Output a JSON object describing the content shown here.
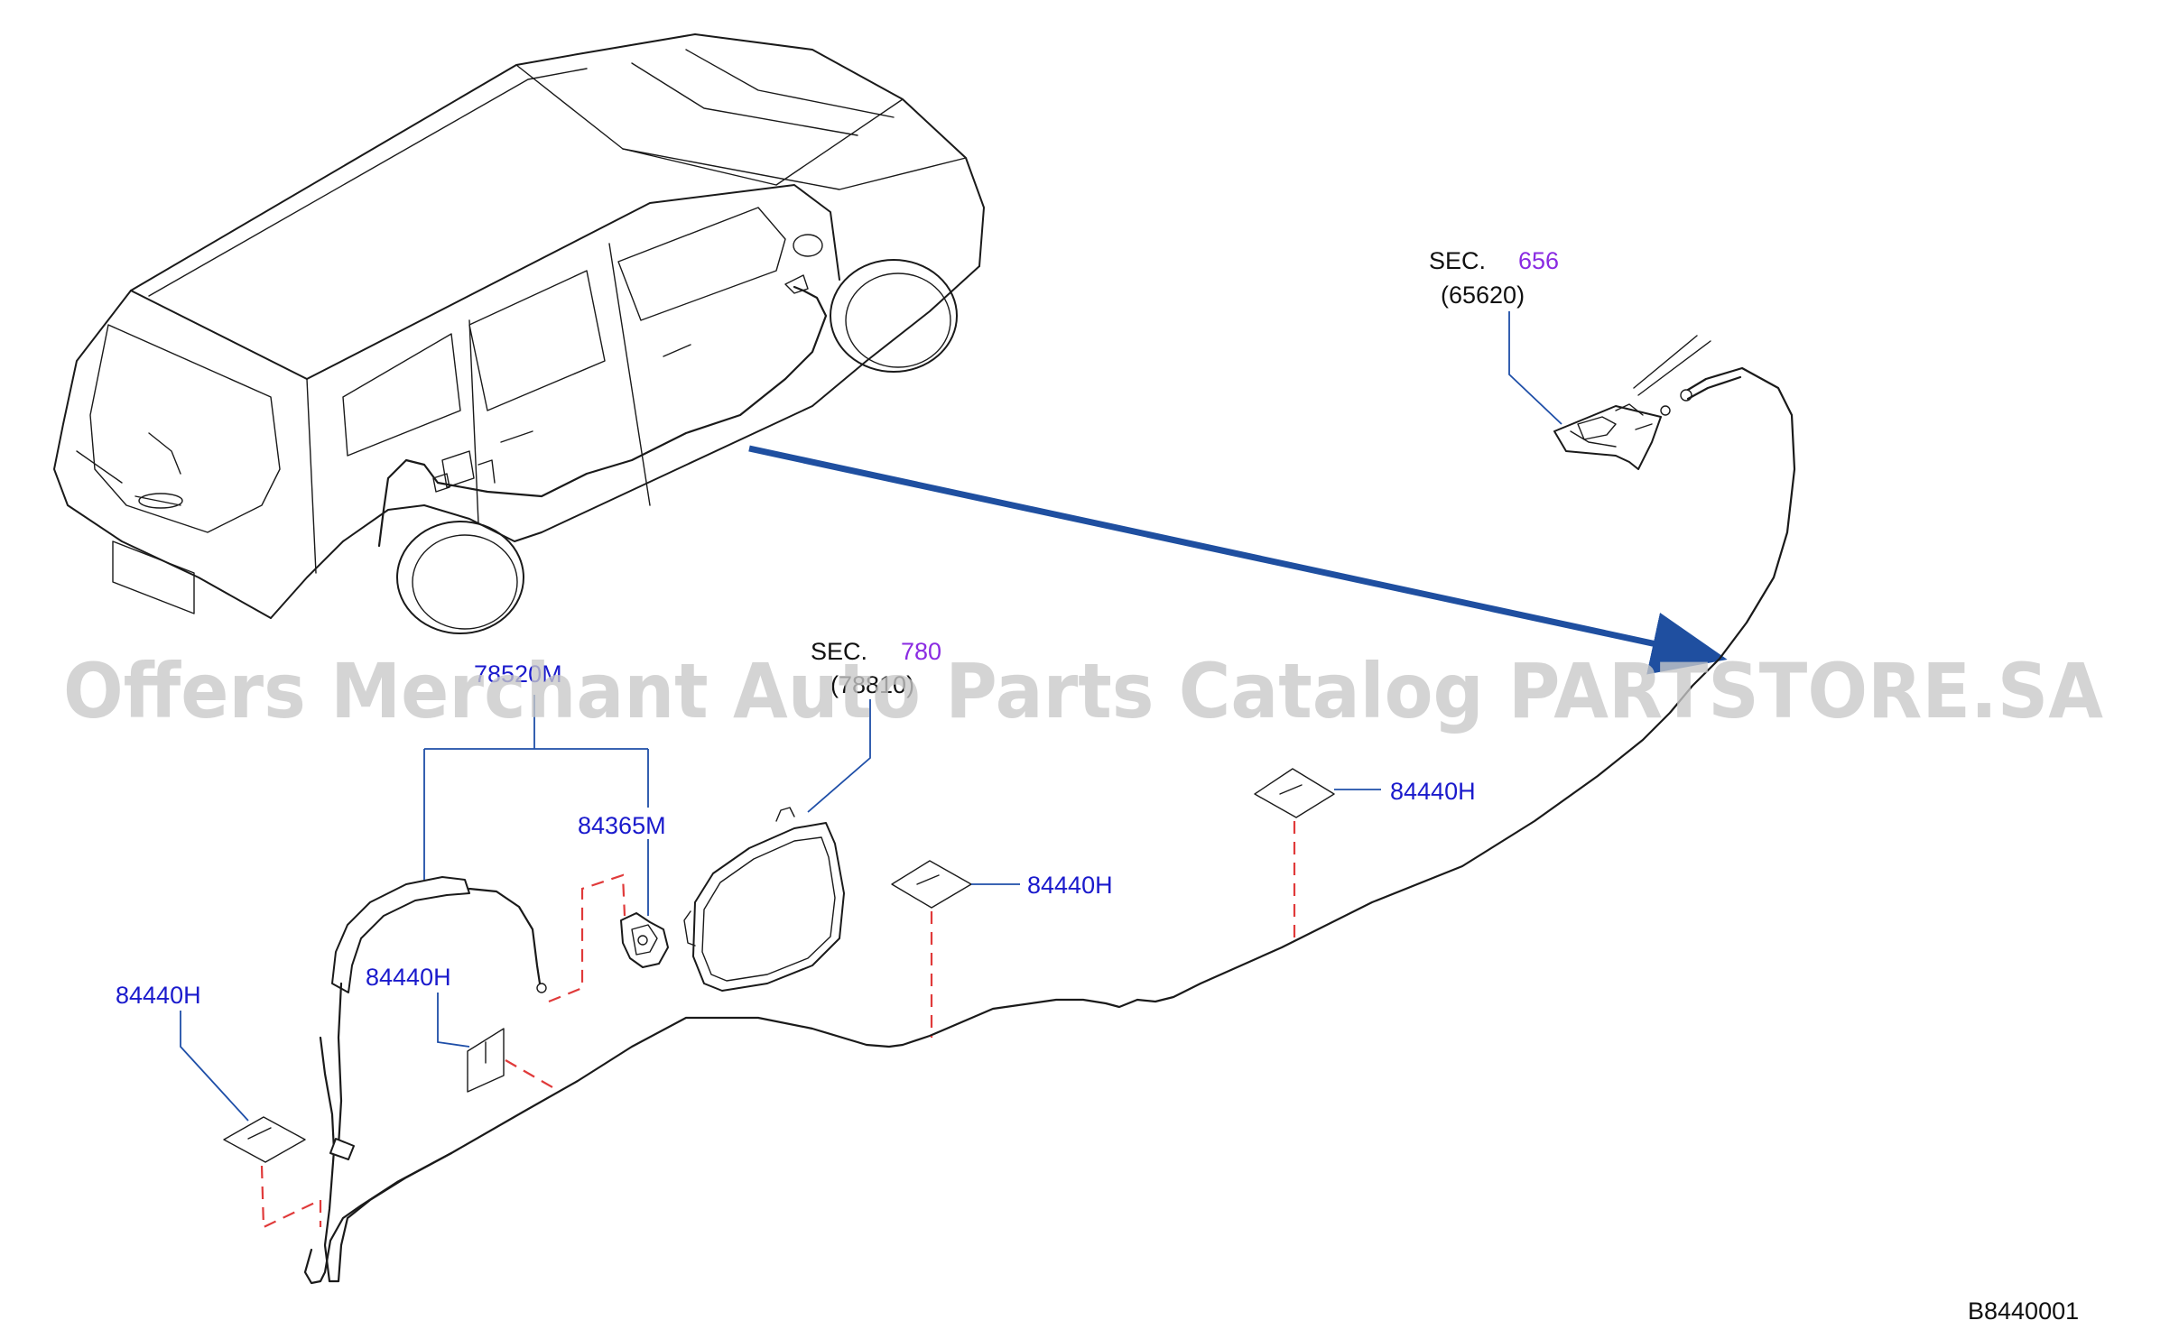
{
  "colors": {
    "part_number": "#1a1acc",
    "section_number": "#8a2be2",
    "text": "#111111",
    "leader": "#1f4fa8",
    "arrow": "#1f4fa0",
    "dashed_guide": "#e03a3a",
    "watermark": "#c9c9c9"
  },
  "watermark": "Offers Merchant Auto Parts Catalog PARTSTORE.SA",
  "sections": {
    "opener": {
      "prefix": "SEC.",
      "number": "656",
      "sub": "(65620)"
    },
    "lid": {
      "prefix": "SEC.",
      "number": "780",
      "sub": "(78810)"
    }
  },
  "parts": {
    "cable": "78520M",
    "lock": "84365M",
    "clip_left": "84440H",
    "clip_center_left": "84440H",
    "clip_center": "84440H",
    "clip_right": "84440H"
  },
  "diagram_code": "B8440001"
}
